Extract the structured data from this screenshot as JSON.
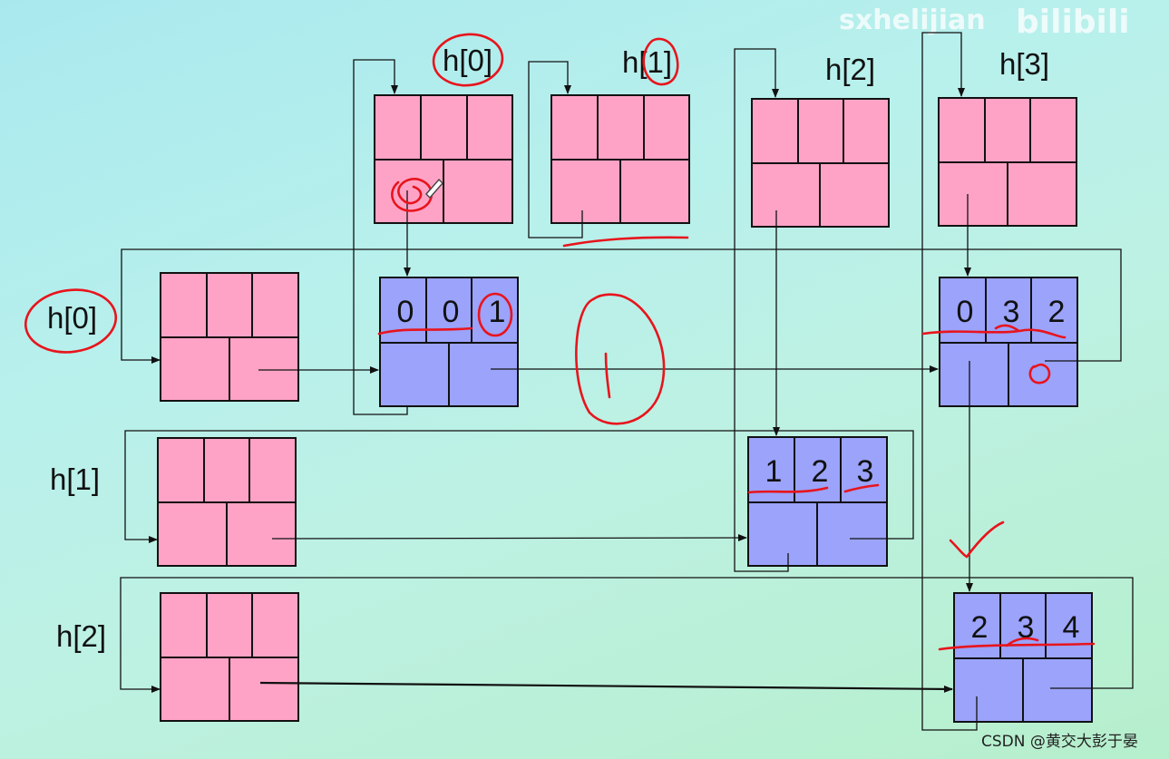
{
  "watermark": {
    "user": "sxhelijian",
    "brand": "bilibili"
  },
  "credit": "CSDN @黄交大彭于晏",
  "labels": {
    "col_h0": "h[0]",
    "col_h1": "h[1]",
    "col_h2": "h[2]",
    "col_h3": "h[3]",
    "row_h0": "h[0]",
    "row_h1": "h[1]",
    "row_h2": "h[2]"
  },
  "nodes": {
    "n01": [
      "0",
      "0",
      "1"
    ],
    "n032": [
      "0",
      "3",
      "2"
    ],
    "n123": [
      "1",
      "2",
      "3"
    ],
    "n234": [
      "2",
      "3",
      "4"
    ]
  },
  "annotation": {
    "mark": "0"
  },
  "colors": {
    "head": "#ffa3c6",
    "data": "#9ba3fb",
    "line": "#111111",
    "ink": "#e8141c"
  }
}
